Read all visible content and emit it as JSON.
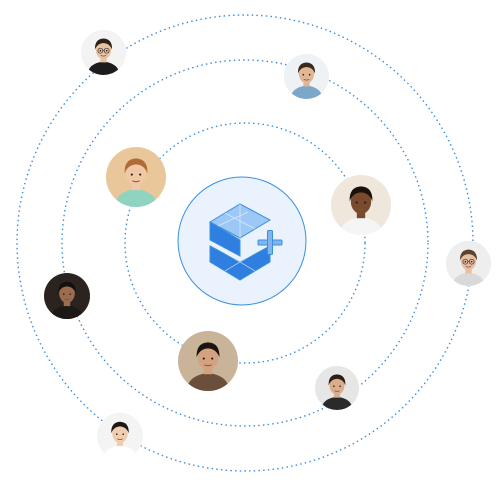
{
  "colors": {
    "orbit": "#3b8fe0",
    "hub_fill": "#eaf3fd",
    "logo_primary": "#2f7fe0",
    "logo_light": "#9cc8f5",
    "plus": "#7fb4ec"
  },
  "hub": {
    "icon": "platform-logo-icon",
    "badge_icon": "plus-icon"
  },
  "avatars": [
    {
      "name": "avatar-man-glasses-top",
      "bg": "#f3f3f3",
      "skin": "#e7c2a3",
      "hair": "#2b2118",
      "shirt": "#1c1c1c",
      "glasses": true
    },
    {
      "name": "avatar-man-crossed-arms",
      "bg": "#eef2f5",
      "skin": "#e0b695",
      "hair": "#3a2a1c",
      "shirt": "#7da7c9",
      "glasses": false
    },
    {
      "name": "avatar-woman-smiling",
      "bg": "#e9c79a",
      "skin": "#f0c8a5",
      "hair": "#b26a36",
      "shirt": "#8fd3c1",
      "glasses": false
    },
    {
      "name": "avatar-woman-curly-hair",
      "bg": "#efe6dc",
      "skin": "#7a4a2e",
      "hair": "#1c120b",
      "shirt": "#f5f5f5",
      "glasses": false
    },
    {
      "name": "avatar-man-glasses-right",
      "bg": "#eeeeee",
      "skin": "#e4bfa3",
      "hair": "#5b4330",
      "shirt": "#d9d9d9",
      "glasses": true
    },
    {
      "name": "avatar-man-dark-suit",
      "bg": "#2a2320",
      "skin": "#9b6c4f",
      "hair": "#141010",
      "shirt": "#1c1816",
      "glasses": false
    },
    {
      "name": "avatar-man-center",
      "bg": "#c9b49a",
      "skin": "#d4a27f",
      "hair": "#1a1310",
      "shirt": "#6b4f3b",
      "glasses": false
    },
    {
      "name": "avatar-man-bottom-right",
      "bg": "#e6e6e6",
      "skin": "#d9ac8c",
      "hair": "#2c1f16",
      "shirt": "#2a2a2a",
      "glasses": false
    },
    {
      "name": "avatar-woman-bun",
      "bg": "#f4f4f4",
      "skin": "#f1cdb0",
      "hair": "#1f1714",
      "shirt": "#ffffff",
      "glasses": false
    }
  ]
}
